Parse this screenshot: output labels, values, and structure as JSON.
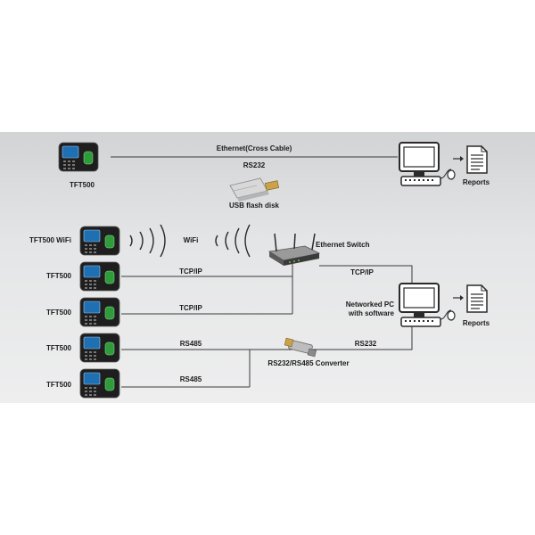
{
  "labels": {
    "ethernet_cross": "Ethernet(Cross Cable)",
    "rs232_top": "RS232",
    "usb_flash": "USB flash disk",
    "tft500_top": "TFT500",
    "reports_top": "Reports",
    "tft500_wifi": "TFT500 WiFi",
    "wifi": "WiFi",
    "ethernet_switch": "Ethernet Switch",
    "tcpip_switch_pc": "TCP/IP",
    "tft500_row2": "TFT500",
    "tcpip_row2": "TCP/IP",
    "networked_pc_line1": "Networked PC",
    "networked_pc_line2": "with software",
    "reports_bottom": "Reports",
    "tft500_row3": "TFT500",
    "tcpip_row3": "TCP/IP",
    "tft500_row4": "TFT500",
    "rs485_row4": "RS485",
    "rs232_bottom": "RS232",
    "converter": "RS232/RS485 Converter",
    "tft500_row5": "TFT500",
    "rs485_row5": "RS485"
  },
  "colors": {
    "line": "#3a3a3a",
    "device_body": "#1e1e1e",
    "screen": "#1f6fb3",
    "fingerprint": "#2f9b3a",
    "monitor": "#2a2a2a"
  },
  "icons": [
    "time-attendance-terminal-icon",
    "computer-icon",
    "report-document-icon",
    "usb-flash-disk-icon",
    "router-icon",
    "wifi-waves-icon",
    "serial-converter-icon"
  ]
}
